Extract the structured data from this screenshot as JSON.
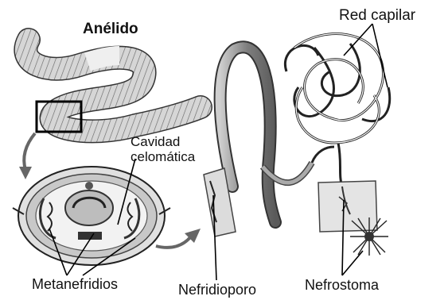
{
  "title": "Anélido",
  "labels": {
    "red_capilar": "Red capilar",
    "cavidad_line1": "Cavidad",
    "cavidad_line2": "celomática",
    "metanefridios": "Metanefridios",
    "nefridioporo": "Nefridioporo",
    "nefrostoma": "Nefrostoma"
  }
}
